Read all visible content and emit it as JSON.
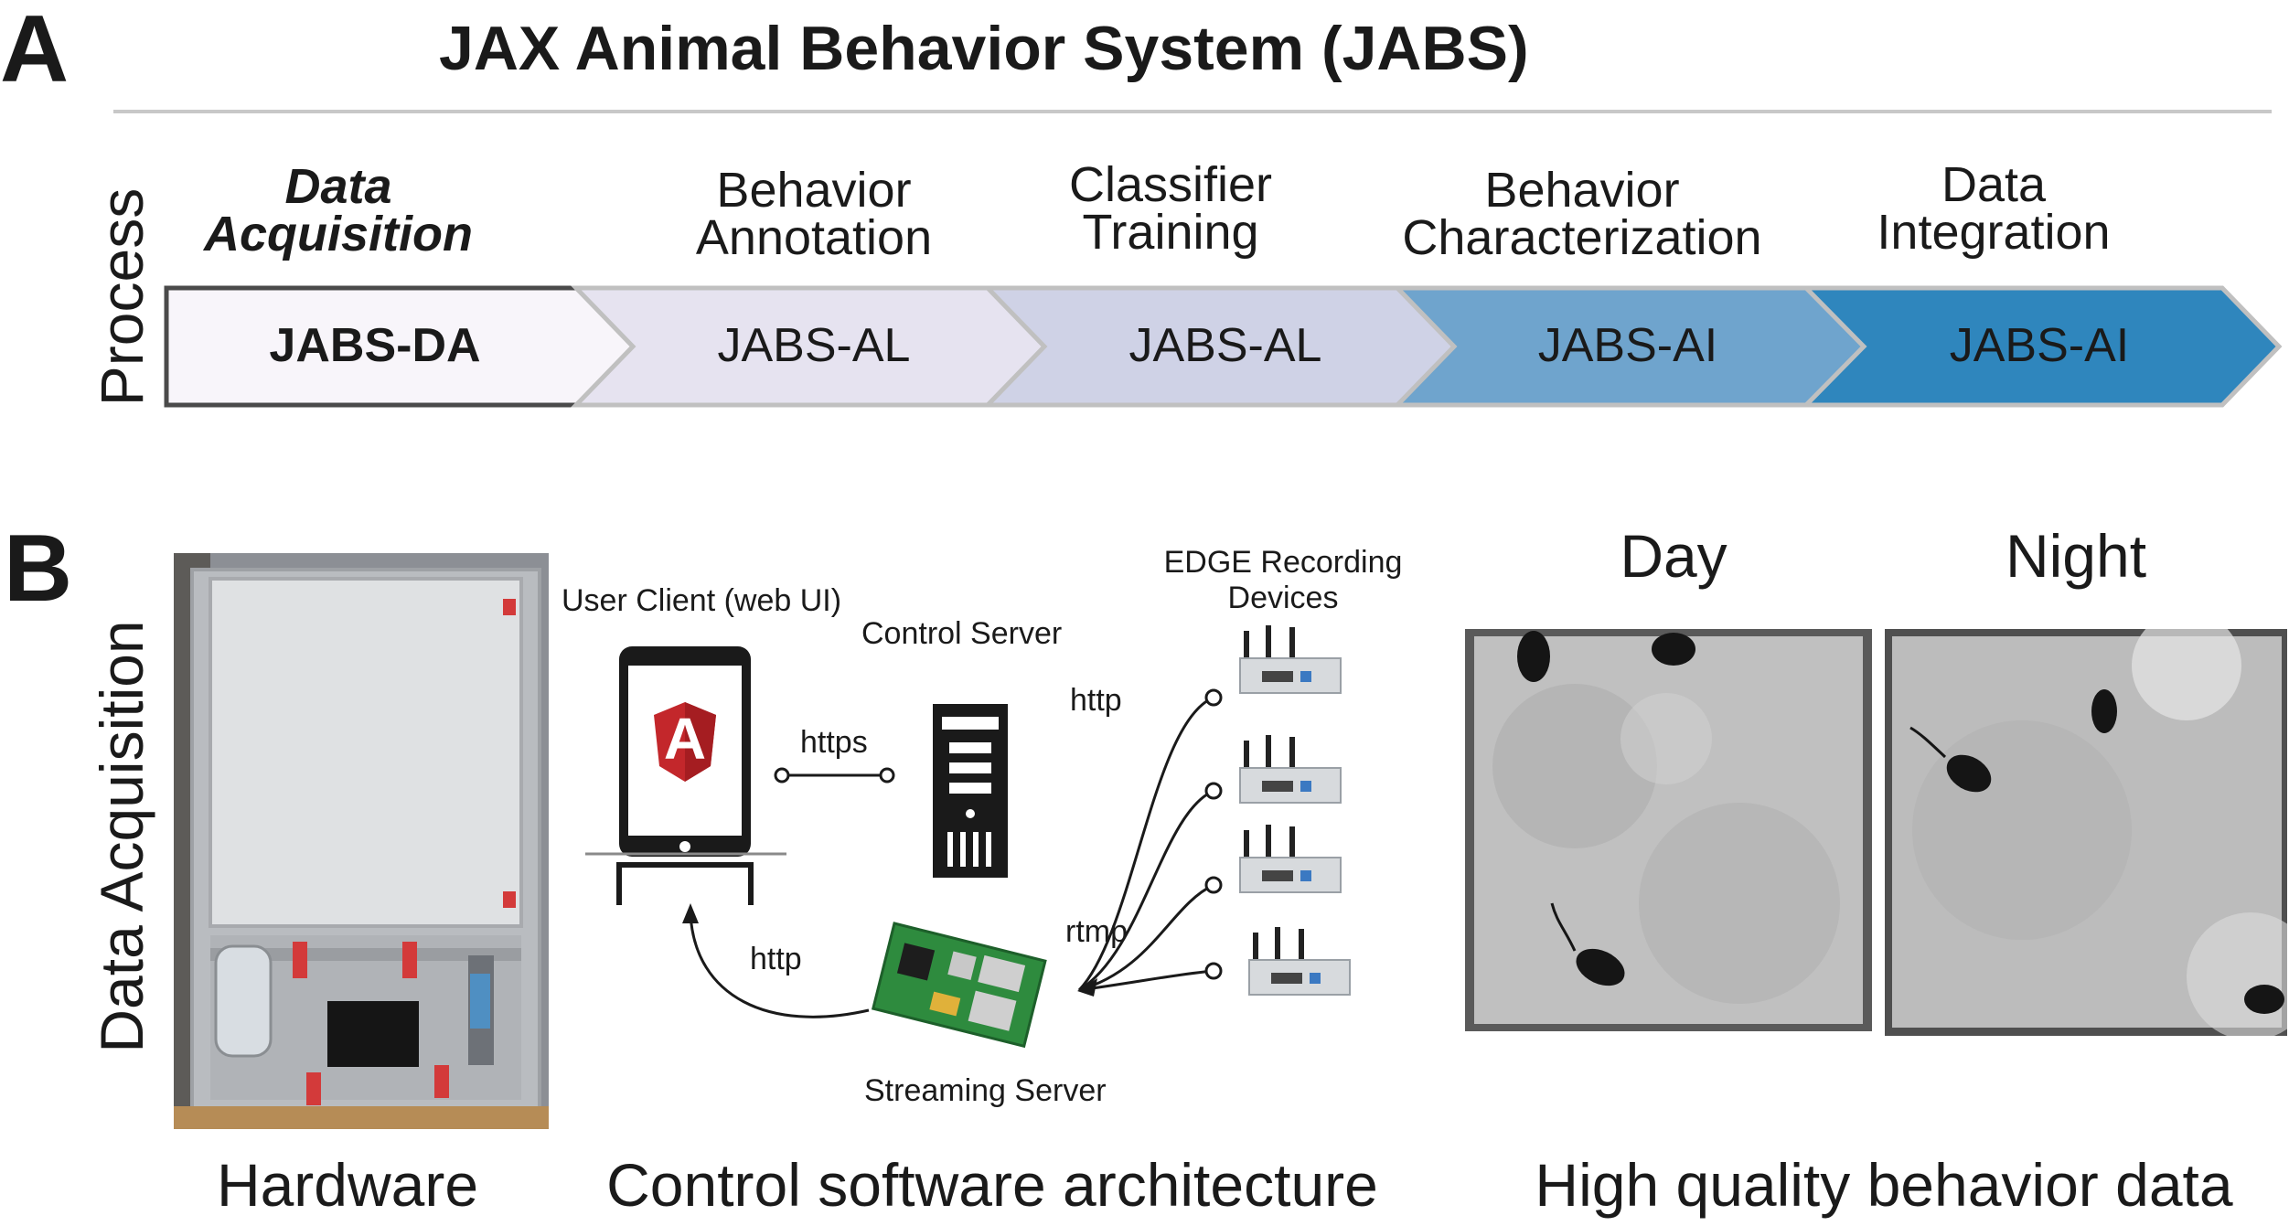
{
  "panel_a": {
    "letter": "A",
    "title": "JAX Animal Behavior System (JABS)",
    "side_label": "Process",
    "steps": [
      {
        "label_line1": "Data",
        "label_line2": "Acquisition",
        "arrow_text": "JABS-DA",
        "fill": "#f8f5fa",
        "text_color": "#1a1a1a"
      },
      {
        "label_line1": "Behavior",
        "label_line2": "Annotation",
        "arrow_text": "JABS-AL",
        "fill": "#e6e3f0",
        "text_color": "#1a1a1a"
      },
      {
        "label_line1": "Classifier",
        "label_line2": "Training",
        "arrow_text": "JABS-AL",
        "fill": "#cfd2e6",
        "text_color": "#1a1a1a"
      },
      {
        "label_line1": "Behavior",
        "label_line2": "Characterization",
        "arrow_text": "JABS-AI",
        "fill": "#6fa4cd",
        "text_color": "#1a1a1a"
      },
      {
        "label_line1": "Data",
        "label_line2": "Integration",
        "arrow_text": "JABS-AI",
        "fill": "#2f86bd",
        "text_color": "#1a1a1a"
      }
    ]
  },
  "panel_b": {
    "letter": "B",
    "side_label": "Data Acquisition",
    "architecture": {
      "user_client": "User Client (web UI)",
      "control_server": "Control Server",
      "edge_devices_line1": "EDGE Recording",
      "edge_devices_line2": "Devices",
      "https": "https",
      "http_top": "http",
      "http_bottom": "http",
      "rtmp": "rtmp",
      "streaming_server": "Streaming Server"
    },
    "day_label": "Day",
    "night_label": "Night",
    "captions": {
      "hardware": "Hardware",
      "software": "Control software architecture",
      "data": "High quality behavior data"
    }
  }
}
